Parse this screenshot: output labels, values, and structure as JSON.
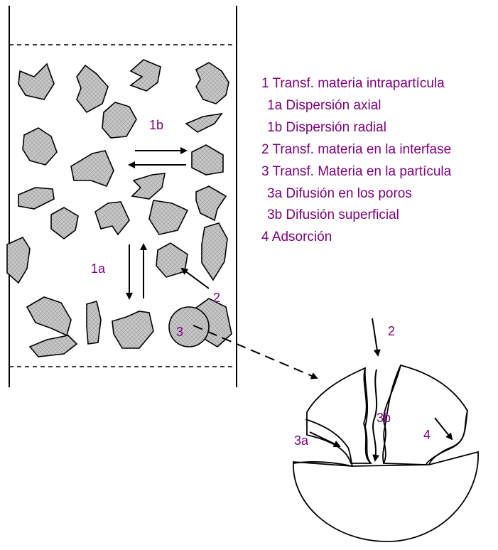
{
  "legend": [
    {
      "id": "1",
      "text": "1 Transf. materia intrapartícula"
    },
    {
      "id": "1a",
      "text": "1a Dispersión axial"
    },
    {
      "id": "1b",
      "text": "1b Dispersión radial"
    },
    {
      "id": "2",
      "text": "2 Transf. materia en la interfase"
    },
    {
      "id": "3",
      "text": "3 Transf. Materia en la partícula"
    },
    {
      "id": "3a",
      "text": "3a Difusión en los poros"
    },
    {
      "id": "3b",
      "text": "3b Difusión superficial"
    },
    {
      "id": "4",
      "text": "4 Adsorción"
    }
  ],
  "labels": {
    "bed_1b": "1b",
    "bed_1a": "1a",
    "bed_2": "2",
    "bed_3": "3",
    "particle_2": "2",
    "particle_3a": "3a",
    "particle_3b": "3b",
    "particle_4": "4"
  },
  "colors": {
    "label_text": "#800080",
    "particle_fill": "#c8c8c8",
    "line": "#000000"
  }
}
